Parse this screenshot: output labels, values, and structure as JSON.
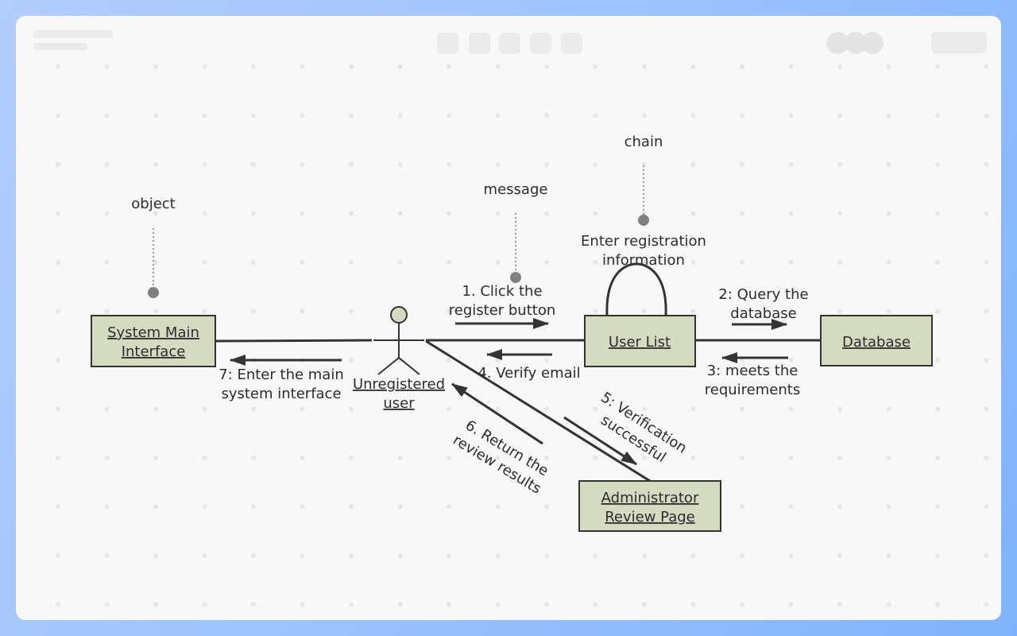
{
  "diagram": {
    "annotations": {
      "object": "object",
      "message": "message",
      "chain": "chain"
    },
    "objects": {
      "system_main": [
        "System Main",
        "Interface"
      ],
      "user_list": "User List",
      "database": "Database",
      "admin": [
        "Administrator",
        "Review Page"
      ],
      "actor": [
        "Unregistered",
        "user"
      ]
    },
    "self_loop": [
      "Enter registration",
      "information"
    ],
    "messages": {
      "m1": [
        "1. Click the",
        "register button"
      ],
      "m2": [
        "2: Query the",
        "database"
      ],
      "m3": [
        "3: meets the",
        "requirements"
      ],
      "m4": "4. Verify email",
      "m5": [
        "5: Verification",
        "successful"
      ],
      "m6": [
        "6. Return the",
        "review results"
      ],
      "m7": [
        "7: Enter the main",
        "system interface"
      ]
    }
  },
  "colors": {
    "box_fill": "#d5dbc0",
    "stroke": "#333333",
    "annotation": "#808080"
  }
}
